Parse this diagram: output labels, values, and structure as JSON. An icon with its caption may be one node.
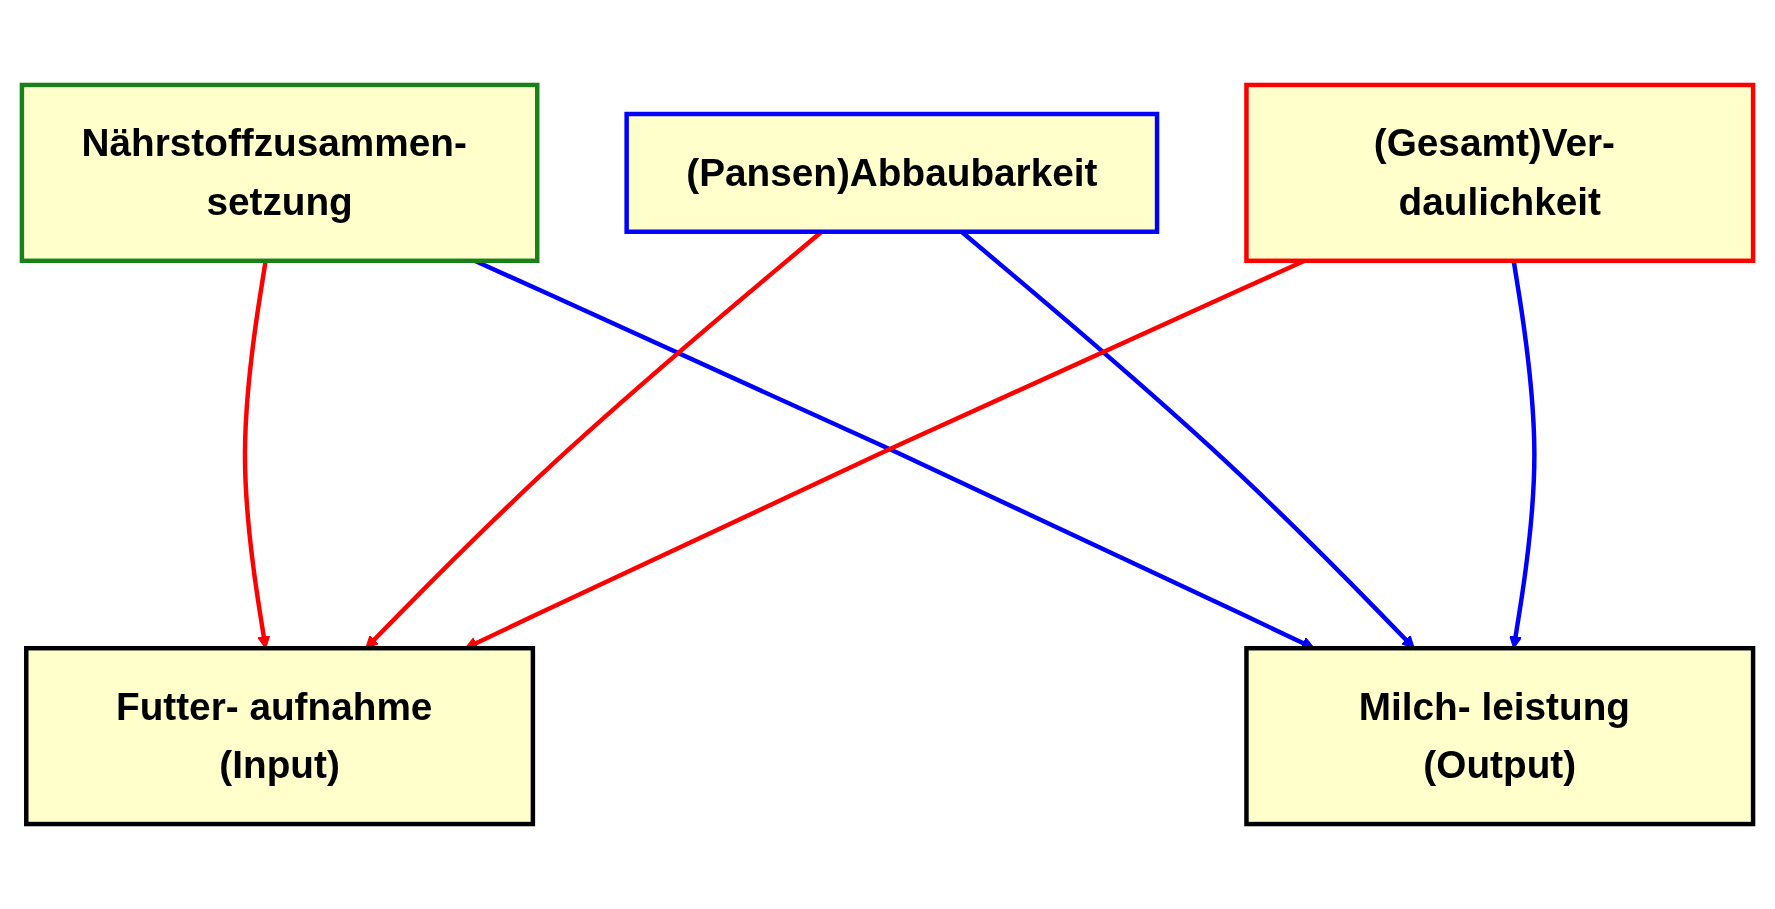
{
  "diagram": {
    "nodes": [
      {
        "text": [
          "Nährstoffzusammen- setzung"
        ]
      },
      {
        "text": [
          "(Pansen)Abbaubarkeit"
        ]
      },
      {
        "text": [
          "(Gesamt)Ver- daulichkeit"
        ]
      },
      {
        "text": [
          "Futter- aufnahme (Input)"
        ]
      },
      {
        "text": [
          "Milch- leistung (Output)"
        ]
      }
    ],
    "edges": [
      {
        "from": 0,
        "to": 3,
        "arrow": "to",
        "color": "#ff0000"
      },
      {
        "from": 0,
        "to": 4,
        "arrow": "to",
        "color": "#0000ff"
      },
      {
        "from": 1,
        "to": 3,
        "arrow": "to",
        "color": "#ff0000"
      },
      {
        "from": 1,
        "to": 4,
        "arrow": "to",
        "color": "#0000ff"
      },
      {
        "from": 2,
        "to": 3,
        "arrow": "to",
        "color": "#ff0000"
      },
      {
        "from": 2,
        "to": 4,
        "arrow": "to",
        "color": "#0000ff"
      }
    ]
  }
}
